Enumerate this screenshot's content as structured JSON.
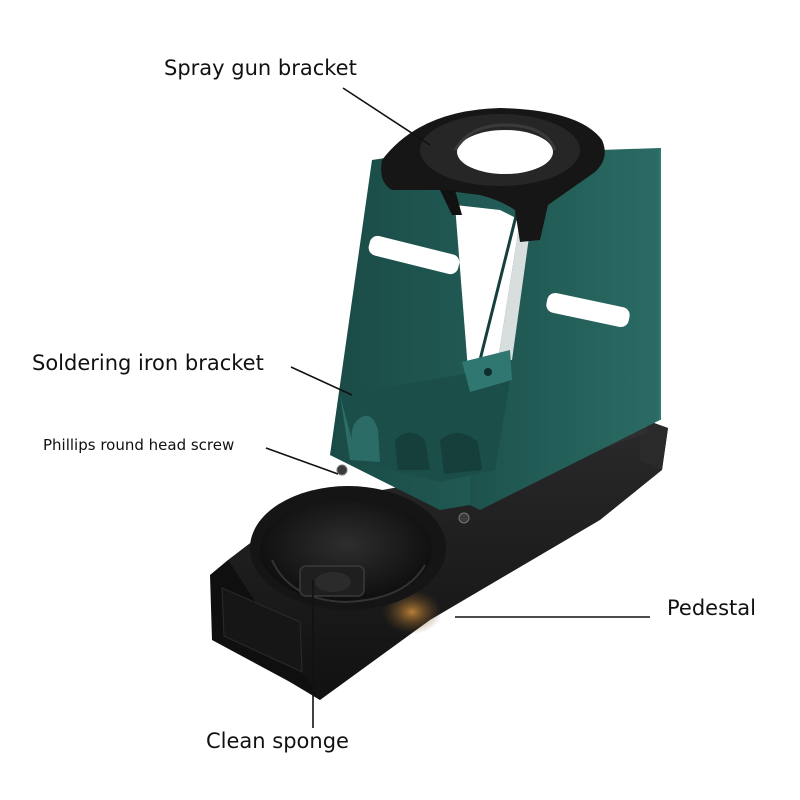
{
  "labels": {
    "spray_gun_bracket": "Spray gun bracket",
    "soldering_iron_bracket": "Soldering iron bracket",
    "phillips_screw": "Phillips round head screw",
    "pedestal": "Pedestal",
    "clean_sponge": "Clean sponge"
  },
  "colors": {
    "stand_teal": "#1f5a55",
    "stand_teal_dark": "#173f3c",
    "stand_teal_light": "#2c7069",
    "base_black": "#1b1b1b",
    "holder_black": "#222222",
    "leader_line": "#111111",
    "background": "#ffffff"
  }
}
